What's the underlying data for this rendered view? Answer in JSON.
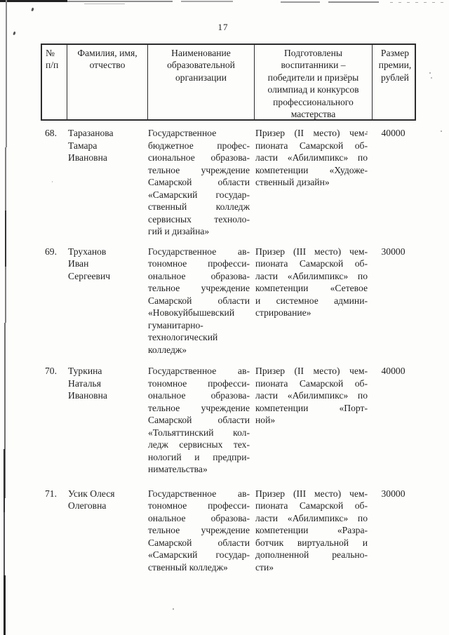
{
  "page": {
    "number": "17"
  },
  "colors": {
    "ink": "#1f1f1f",
    "paper": "#fdfdfc",
    "table_border": "#2c2c2c"
  },
  "table": {
    "header": {
      "col1_lines": [
        "№",
        "п/п"
      ],
      "col2_lines": [
        "Фамилия, имя,",
        "отчество"
      ],
      "col3_lines": [
        "Наименование",
        "образовательной",
        "организации"
      ],
      "col4_lines": [
        "Подготовлены",
        "воспитанники –",
        "победители и призёры",
        "олимпиад и конкурсов",
        "профессионального",
        "мастерства"
      ],
      "col5_lines": [
        "Размер",
        "премии,",
        "рублей"
      ]
    },
    "rows": [
      {
        "num": "68.",
        "name_lines": [
          "Таразанова",
          "Тамара",
          "Ивановна"
        ],
        "org_lines": [
          "Государственное",
          "бюджетное профес-",
          "сиональное образова-",
          "тельное учреждение",
          "Самарской области",
          "«Самарский государ-",
          "ственный колледж",
          "сервисных техноло-",
          "гий и дизайна»"
        ],
        "award_lines": [
          "Призер (II место) чем-",
          "пионата Самарской об-",
          "ласти «Абилимпикс» по",
          "компетенции «Художе-",
          "ственный дизайн»"
        ],
        "amount": "40000"
      },
      {
        "num": "69.",
        "name_lines": [
          "Труханов",
          "Иван",
          "Сергеевич"
        ],
        "org_lines": [
          "Государственное ав-",
          "тономное професси-",
          "ональное образова-",
          "тельное учреждение",
          "Самарской области",
          "«Новокуйбышевский",
          "гуманитарно-",
          "технологический",
          "колледж»"
        ],
        "award_lines": [
          "Призер (III место) чем-",
          "пионата Самарской об-",
          "ласти «Абилимпикс» по",
          "компетенции «Сетевое",
          "и системное админи-",
          "стрирование»"
        ],
        "amount": "30000"
      },
      {
        "num": "70.",
        "name_lines": [
          "Туркина",
          "Наталья",
          "Ивановна"
        ],
        "org_lines": [
          "Государственное ав-",
          "тономное професси-",
          "ональное образова-",
          "тельное учреждение",
          "Самарской области",
          "«Тольяттинский кол-",
          "ледж сервисных тех-",
          "нологий и предпри-",
          "нимательства»"
        ],
        "award_lines": [
          "Призер (II место) чем-",
          "пионата Самарской об-",
          "ласти «Абилимпикс» по",
          "компетенции «Порт-",
          "ной»"
        ],
        "amount": "40000"
      },
      {
        "num": "71.",
        "name_lines": [
          "Усик Олеся",
          "Олеговна"
        ],
        "org_lines": [
          "Государственное ав-",
          "тономное професси-",
          "ональное образова-",
          "тельное учреждение",
          "Самарской области",
          "«Самарский государ-",
          "ственный колледж»"
        ],
        "award_lines": [
          "Призер (III место) чем-",
          "пионата Самарской об-",
          "ласти «Абилимпикс» по",
          "компетенции «Разра-",
          "ботчик виртуальной и",
          "дополненной реально-",
          "сти»"
        ],
        "amount": "30000"
      }
    ]
  }
}
